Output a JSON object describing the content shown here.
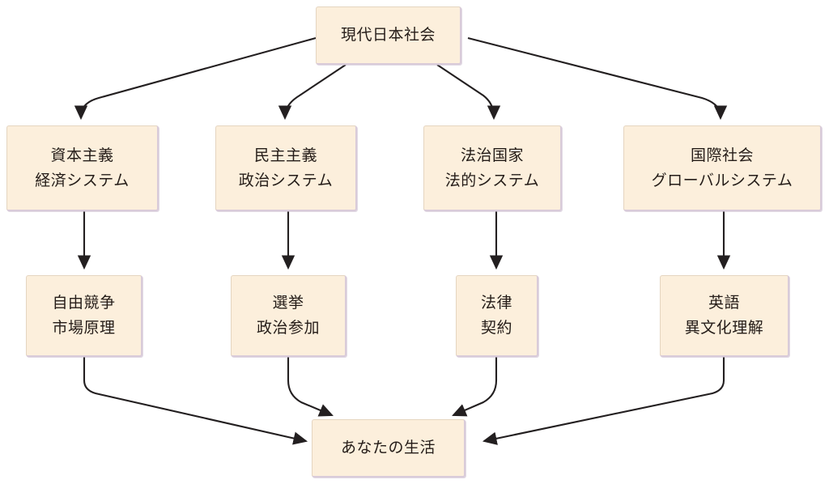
{
  "diagram": {
    "type": "flowchart",
    "direction": "top-down",
    "background_color": "#ffffff",
    "node_fill_color": "#fcefdc",
    "node_border_color": "#d9cbd9",
    "edge_color": "#231f20",
    "text_color": "#241c18",
    "root": {
      "id": "root",
      "label": "現代日本社会"
    },
    "systems": [
      {
        "id": "capitalism",
        "line1": "資本主義",
        "line2": "経済システム"
      },
      {
        "id": "democracy",
        "line1": "民主主義",
        "line2": "政治システム"
      },
      {
        "id": "rule-of-law",
        "line1": "法治国家",
        "line2": "法的システム"
      },
      {
        "id": "international",
        "line1": "国際社会",
        "line2": "グローバルシステム"
      }
    ],
    "elements": [
      {
        "id": "free-competition",
        "line1": "自由競争",
        "line2": "市場原理"
      },
      {
        "id": "election",
        "line1": "選挙",
        "line2": "政治参加"
      },
      {
        "id": "law",
        "line1": "法律",
        "line2": "契約"
      },
      {
        "id": "english",
        "line1": "英語",
        "line2": "異文化理解"
      }
    ],
    "leaf": {
      "id": "your-life",
      "label": "あなたの生活"
    },
    "edges": [
      {
        "from": "root",
        "to": "capitalism"
      },
      {
        "from": "root",
        "to": "democracy"
      },
      {
        "from": "root",
        "to": "rule-of-law"
      },
      {
        "from": "root",
        "to": "international"
      },
      {
        "from": "capitalism",
        "to": "free-competition"
      },
      {
        "from": "democracy",
        "to": "election"
      },
      {
        "from": "rule-of-law",
        "to": "law"
      },
      {
        "from": "international",
        "to": "english"
      },
      {
        "from": "free-competition",
        "to": "your-life"
      },
      {
        "from": "election",
        "to": "your-life"
      },
      {
        "from": "law",
        "to": "your-life"
      },
      {
        "from": "english",
        "to": "your-life"
      }
    ]
  }
}
